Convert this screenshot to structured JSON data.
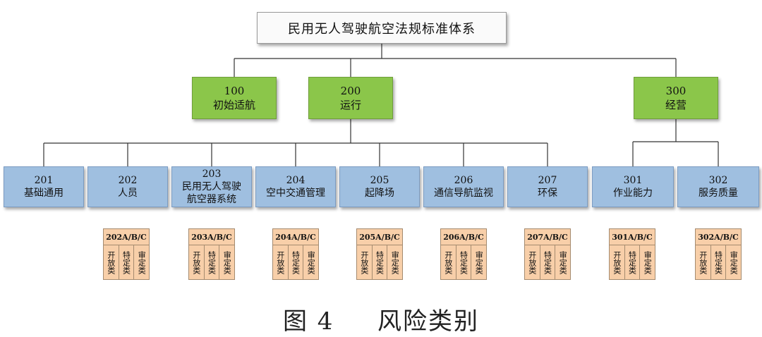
{
  "root": {
    "title": "民用无人驾驶航空法规标准体系"
  },
  "level1": [
    {
      "code": "100",
      "name": "初始适航"
    },
    {
      "code": "200",
      "name": "运行"
    },
    {
      "code": "300",
      "name": "经营"
    }
  ],
  "level2": [
    {
      "code": "201",
      "name": "基础通用",
      "parent": "200"
    },
    {
      "code": "202",
      "name": "人员",
      "parent": "200"
    },
    {
      "code": "203",
      "name": "民用无人驾驶",
      "name2": "航空器系统",
      "parent": "200"
    },
    {
      "code": "204",
      "name": "空中交通管理",
      "parent": "200"
    },
    {
      "code": "205",
      "name": "起降场",
      "parent": "200"
    },
    {
      "code": "206",
      "name": "通信导航监视",
      "parent": "200"
    },
    {
      "code": "207",
      "name": "环保",
      "parent": "200"
    },
    {
      "code": "301",
      "name": "作业能力",
      "parent": "300"
    },
    {
      "code": "302",
      "name": "服务质量",
      "parent": "300"
    }
  ],
  "groups": [
    {
      "header": "202A/B/C",
      "cells": [
        "开放类",
        "特定类",
        "审定类"
      ]
    },
    {
      "header": "203A/B/C",
      "cells": [
        "开放类",
        "特定类",
        "审定类"
      ]
    },
    {
      "header": "204A/B/C",
      "cells": [
        "开放类",
        "特定类",
        "审定类"
      ]
    },
    {
      "header": "205A/B/C",
      "cells": [
        "开放类",
        "特定类",
        "审定类"
      ]
    },
    {
      "header": "206A/B/C",
      "cells": [
        "开放类",
        "特定类",
        "审定类"
      ]
    },
    {
      "header": "207A/B/C",
      "cells": [
        "开放类",
        "特定类",
        "审定类"
      ]
    },
    {
      "header": "301A/B/C",
      "cells": [
        "开放类",
        "特定类",
        "审定类"
      ]
    },
    {
      "header": "302A/B/C",
      "cells": [
        "开放类",
        "特定类",
        "审定类"
      ]
    }
  ],
  "caption": {
    "label": "图 4",
    "title": "风险类别"
  },
  "colors": {
    "green": "#8bc64a",
    "blue": "#9fbfe0",
    "orange": "#f8cfa9",
    "line": "#333333"
  }
}
